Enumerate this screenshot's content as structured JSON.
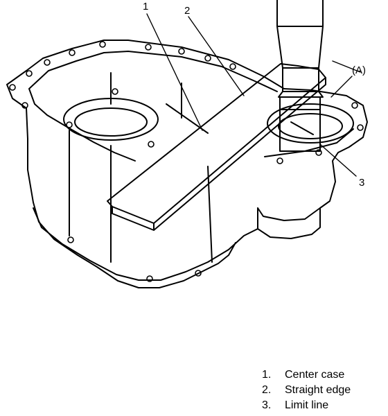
{
  "callouts": {
    "c1": "1",
    "c2": "2",
    "c3": "3",
    "cA": "(A)"
  },
  "legend": [
    {
      "num": "1.",
      "text": "Center case"
    },
    {
      "num": "2.",
      "text": "Straight edge"
    },
    {
      "num": "3.",
      "text": "Limit line"
    }
  ]
}
